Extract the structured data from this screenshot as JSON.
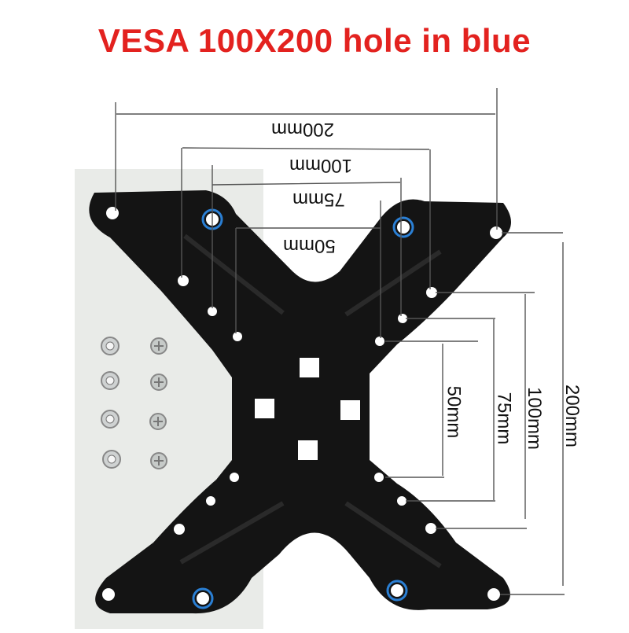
{
  "title": "VESA 100X200 hole in blue",
  "colors": {
    "title": "#e3221f",
    "plate": "#141414",
    "highlight": "#2a7fd4",
    "background_left": "#e9ebe8",
    "background_right": "#ffffff"
  },
  "dimensions": {
    "horizontal": [
      "200mm",
      "100mm",
      "75mm",
      "50mm"
    ],
    "vertical": [
      "50mm",
      "75mm",
      "100mm",
      "200mm"
    ]
  }
}
